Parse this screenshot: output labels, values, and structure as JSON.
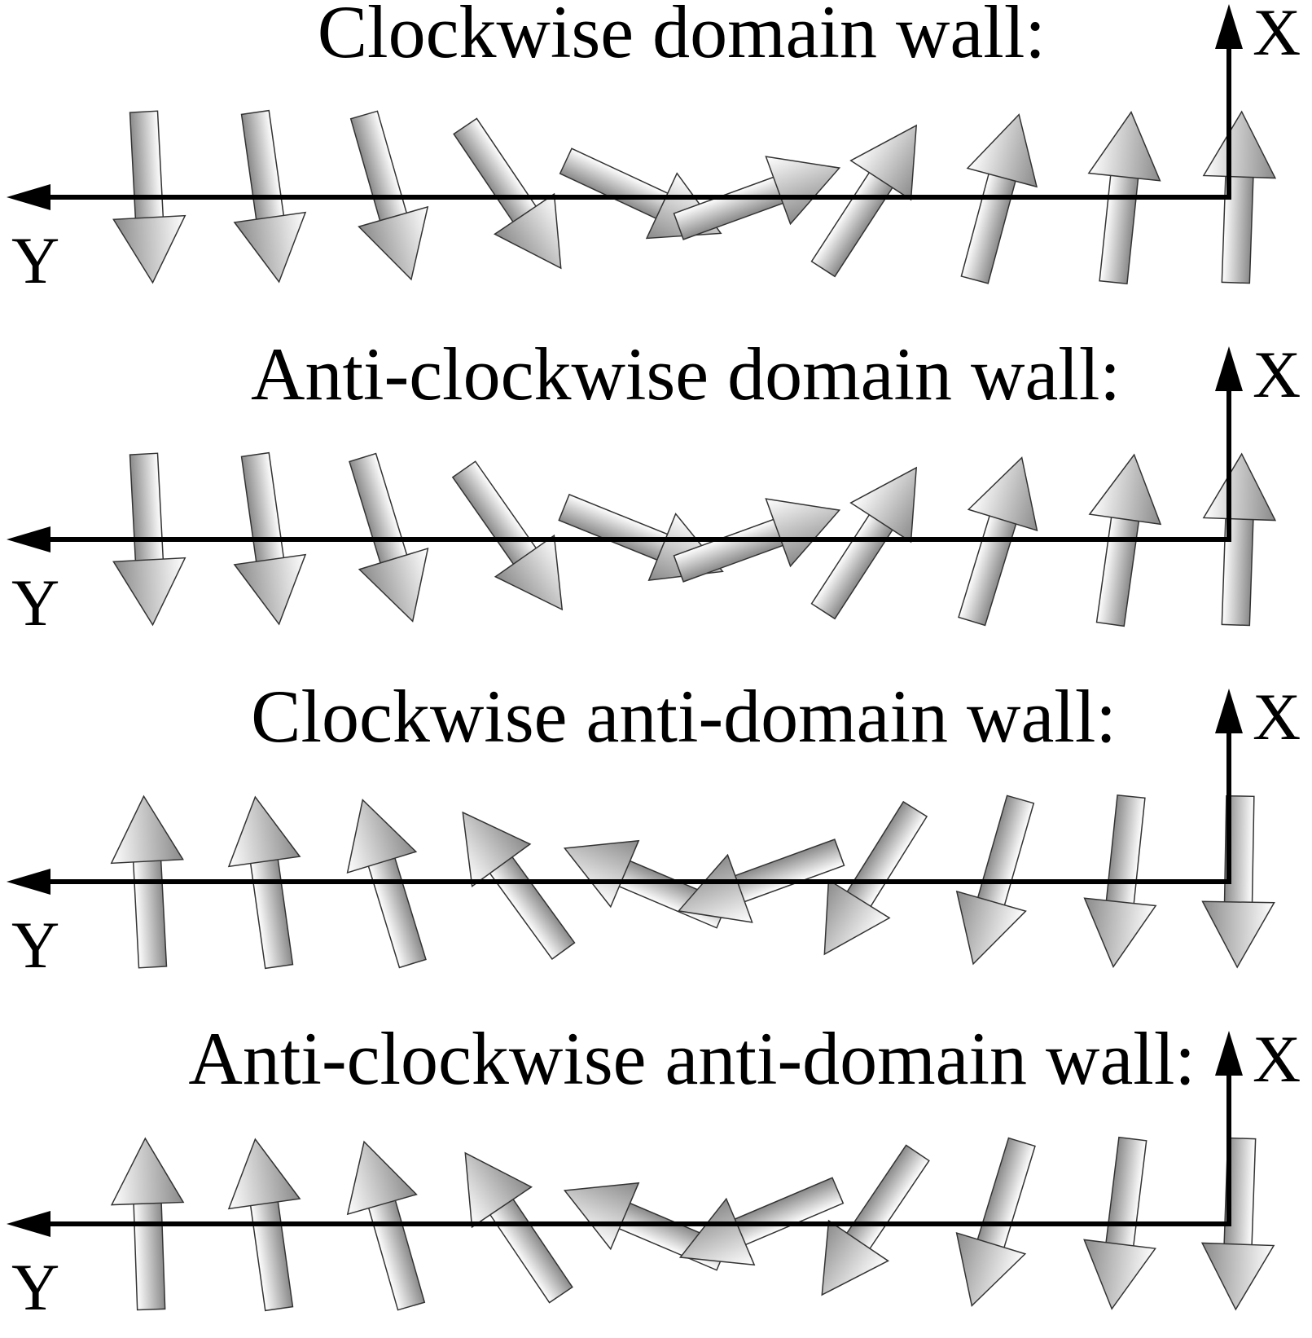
{
  "panels": [
    {
      "title": "Clockwise domain wall:",
      "x_label": "X",
      "y_label": "Y",
      "spin_angles_deg": [
        -87,
        -82,
        -74,
        -56,
        -25,
        20,
        57,
        75,
        84,
        88
      ]
    },
    {
      "title": "Anti-clockwise domain wall:",
      "x_label": "X",
      "y_label": "Y",
      "spin_angles_deg": [
        -87,
        -82,
        -73,
        -55,
        -22,
        20,
        57,
        73,
        82,
        88
      ]
    },
    {
      "title": "Clockwise anti-domain wall:",
      "x_label": "X",
      "y_label": "Y",
      "spin_angles_deg": [
        93,
        98,
        107,
        126,
        157,
        200,
        238,
        254,
        264,
        269
      ]
    },
    {
      "title": "Anti-clockwise anti-domain wall:",
      "x_label": "X",
      "y_label": "Y",
      "spin_angles_deg": [
        92,
        98,
        106,
        124,
        157,
        203,
        236,
        253,
        263,
        268
      ]
    }
  ],
  "colors": {
    "axis": "#000000",
    "spin_light": "#ffffff",
    "spin_dark": "#8a8a8a",
    "spin_outline": "#333333"
  }
}
